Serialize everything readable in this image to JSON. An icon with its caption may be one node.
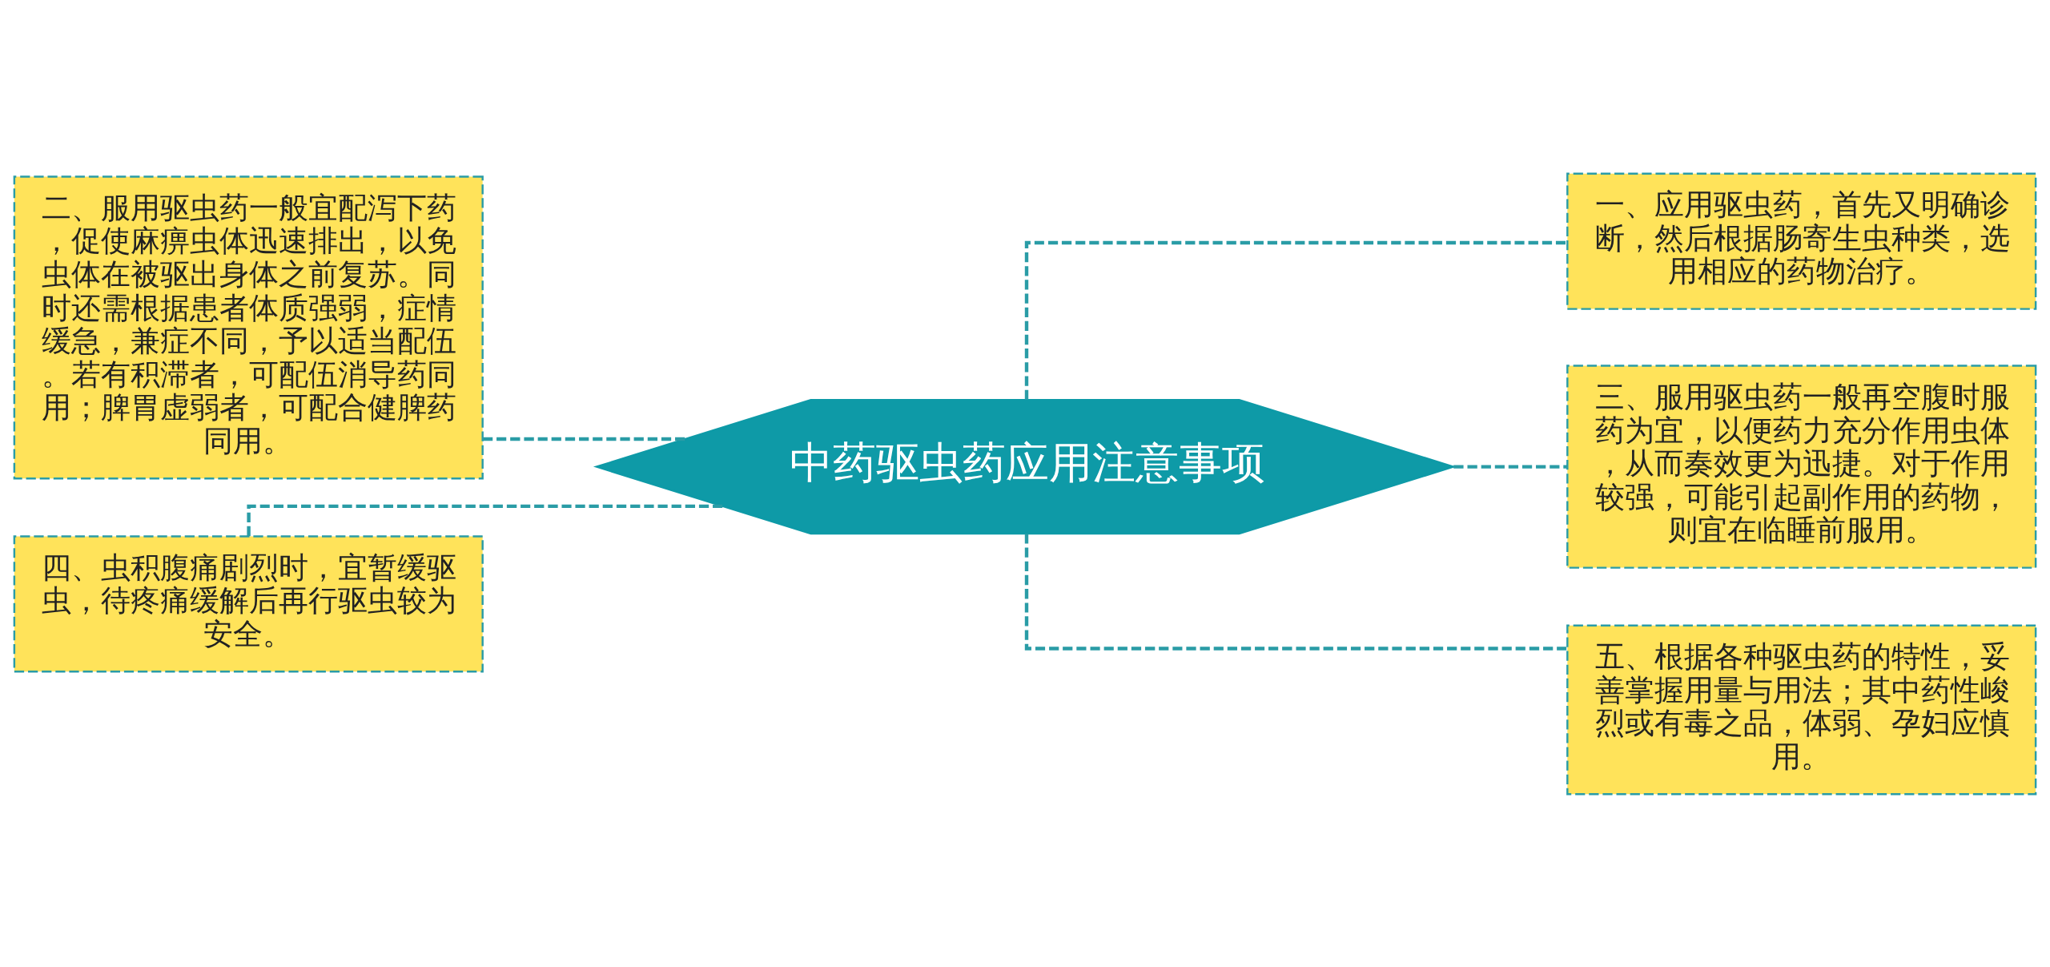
{
  "diagram": {
    "nodes": [
      {
        "text": [
          "中药驱虫药应用注意事项"
        ]
      },
      {
        "text": [
          "二、服用驱虫药一般宜配泻下药，促使麻痹虫体迅速排出，以免虫体在被驱出身体之前复苏。同时还需根据患者体质强弱，症情缓急，兼症不同，予以适当配伍。若有积滞者，可配伍消导药同用；脾胃虚弱者，可配合健脾药同用。"
        ]
      },
      {
        "text": [
          "四、虫积腹痛剧烈时，宜暂缓驱虫，待疼痛缓解后再行驱虫较为安全。"
        ]
      },
      {
        "text": [
          "一、应用驱虫药，首先又明确诊断，然后根据肠寄生虫种类，选用相应的药物治疗。"
        ]
      },
      {
        "text": [
          "三、服用驱虫药一般再空腹时服药为宜，以便药力充分作用虫体，从而奏效更为迅捷。对于作用较强，可能引起副作用的药物，则宜在临睡前服用。"
        ]
      },
      {
        "text": [
          "五、根据各种驱虫药的特性，妥善掌握用量与用法；其中药性峻烈或有毒之品，体弱、孕妇应慎用。"
        ]
      }
    ],
    "edges": [
      {
        "from": 0,
        "to": 1,
        "arrow": "none",
        "style": "dashed"
      },
      {
        "from": 0,
        "to": 2,
        "arrow": "none",
        "style": "dashed"
      },
      {
        "from": 0,
        "to": 3,
        "arrow": "none",
        "style": "dashed"
      },
      {
        "from": 0,
        "to": 4,
        "arrow": "none",
        "style": "dashed"
      },
      {
        "from": 0,
        "to": 5,
        "arrow": "none",
        "style": "dashed"
      }
    ]
  }
}
